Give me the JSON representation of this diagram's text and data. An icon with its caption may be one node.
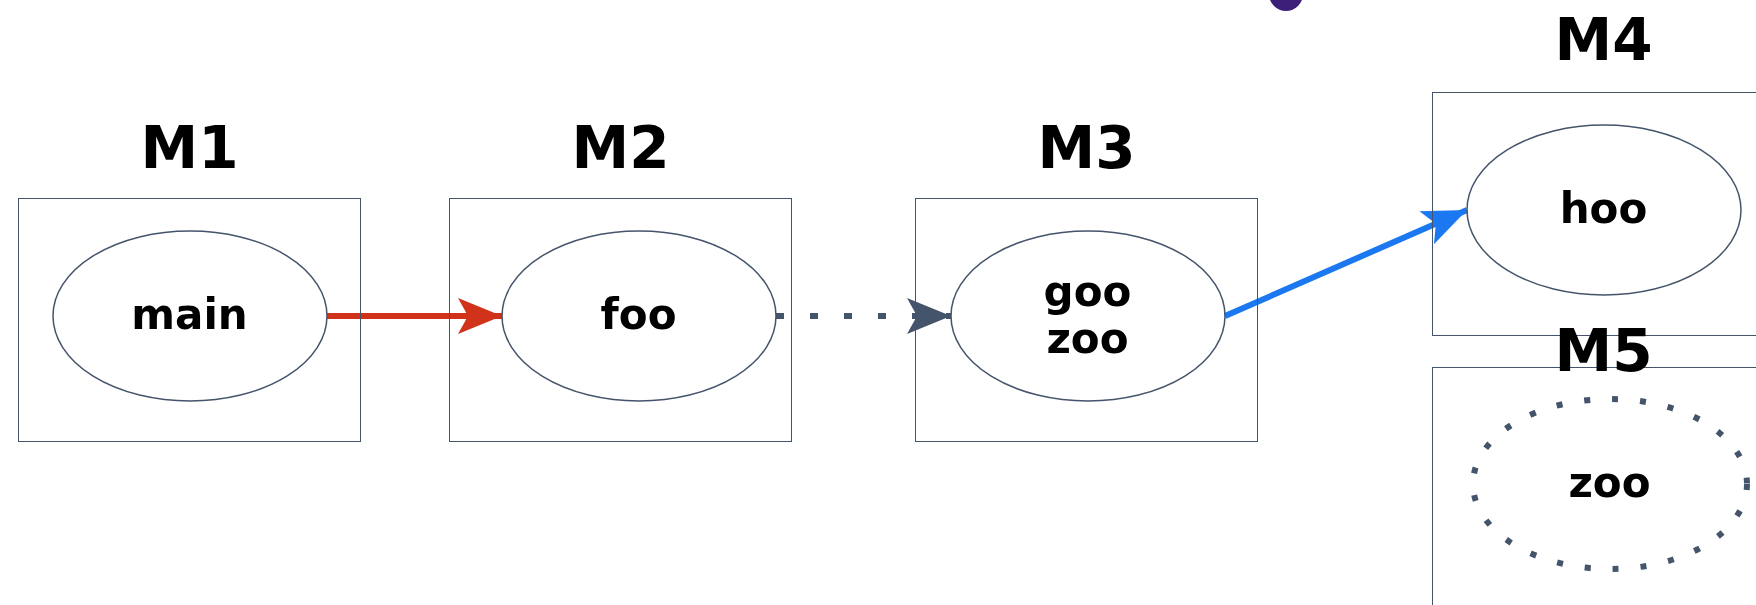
{
  "diagram": {
    "nodes": [
      {
        "text": [
          "M1"
        ]
      },
      {
        "text": [
          "main"
        ],
        "in": 0
      },
      {
        "text": [
          "M2"
        ]
      },
      {
        "text": [
          "foo"
        ],
        "in": 2
      },
      {
        "text": [
          "M3"
        ]
      },
      {
        "text": [
          "goo zoo"
        ],
        "in": 4
      },
      {
        "text": [
          "M4"
        ]
      },
      {
        "text": [
          "hoo"
        ],
        "in": 6
      },
      {
        "text": [
          "M5"
        ]
      },
      {
        "text": [
          "zoo"
        ],
        "in": 8
      }
    ],
    "edges": [
      {
        "from": 1,
        "to": 3,
        "arrow": "to",
        "color": "#d0321a"
      },
      {
        "from": 3,
        "to": 5,
        "arrow": "to",
        "style": "dashed",
        "color": "#44546a"
      },
      {
        "from": 5,
        "to": 7,
        "arrow": "to",
        "color": "#1b78f0"
      }
    ]
  }
}
